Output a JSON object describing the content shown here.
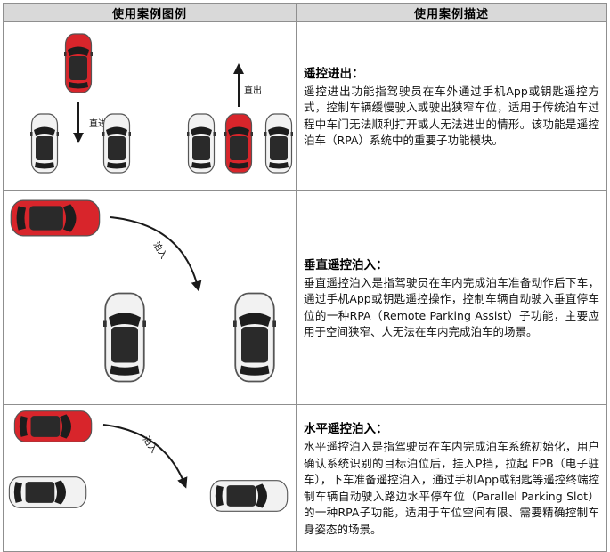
{
  "table": {
    "header_image": "使用案例图例",
    "header_desc": "使用案例描述"
  },
  "rows": [
    {
      "title": "遥控进出：",
      "text": "遥控进出功能指驾驶员在车外通过手机App或钥匙遥控方式，控制车辆缓慢驶入或驶出狭窄车位，适用于传统泊车过程中车门无法顺利打开或人无法进出的情形。该功能是遥控泊车（RPA）系统中的重要子功能模块。",
      "labels": {
        "in": "直进",
        "out": "直出"
      }
    },
    {
      "title": "垂直遥控泊入：",
      "text": "垂直遥控泊入是指驾驶员在车内完成泊车准备动作后下车，通过手机App或钥匙遥控操作，控制车辆自动驶入垂直停车位的一种RPA（Remote Parking Assist）子功能，主要应用于空间狭窄、人无法在车内完成泊车的场景。",
      "labels": {
        "path": "泊入"
      }
    },
    {
      "title": "水平遥控泊入：",
      "text": "水平遥控泊入是指驾驶员在车内完成泊车系统初始化，用户确认系统识别的目标泊位后，挂入P挡，拉起 EPB（电子驻车），下车准备遥控泊入，通过手机App或钥匙等遥控终端控制车辆自动驶入路边水平停车位（Parallel Parking Slot）的一种RPA子功能，适用于车位空间有限、需要精确控制车身姿态的场景。",
      "labels": {
        "path": "泊入"
      }
    }
  ],
  "colors": {
    "red_car": "#d8252b",
    "white_car": "#f2f2f2",
    "header_bg": "#d9d9d9"
  }
}
